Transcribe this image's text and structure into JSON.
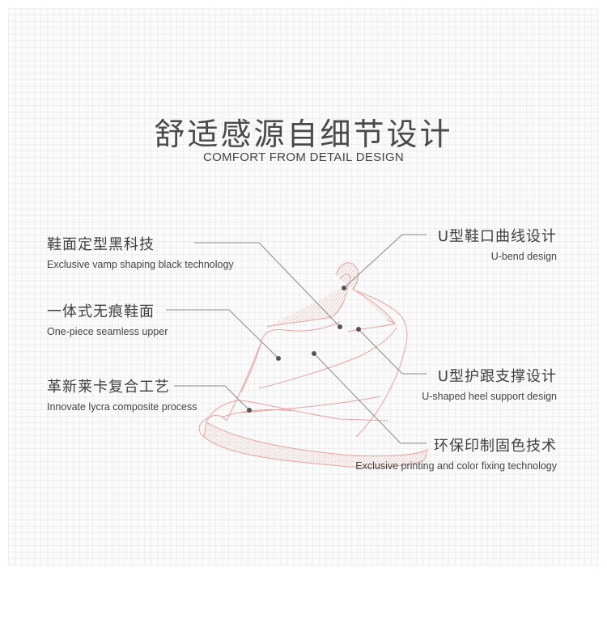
{
  "header": {
    "title": "舒适感源自细节设计",
    "subtitle": "COMFORT FROM DETAIL DESIGN"
  },
  "features_left": [
    {
      "zh": "鞋面定型黑科技",
      "en": "Exclusive vamp shaping black technology"
    },
    {
      "zh": "一体式无痕鞋面",
      "en": "One-piece seamless upper"
    },
    {
      "zh": "革新莱卡复合工艺",
      "en": "Innovate lycra composite process"
    }
  ],
  "features_right": [
    {
      "zh": "U型鞋口曲线设计",
      "en": "U-bend design"
    },
    {
      "zh": "U型护跟支撑设计",
      "en": "U-shaped heel support design"
    },
    {
      "zh": "环保印制固色技术",
      "en": "Exclusive printing and color fixing technology"
    }
  ],
  "colors": {
    "shoe_outline": "#e8a39f",
    "leader_line": "#8a8a8a",
    "dot": "#555555"
  }
}
